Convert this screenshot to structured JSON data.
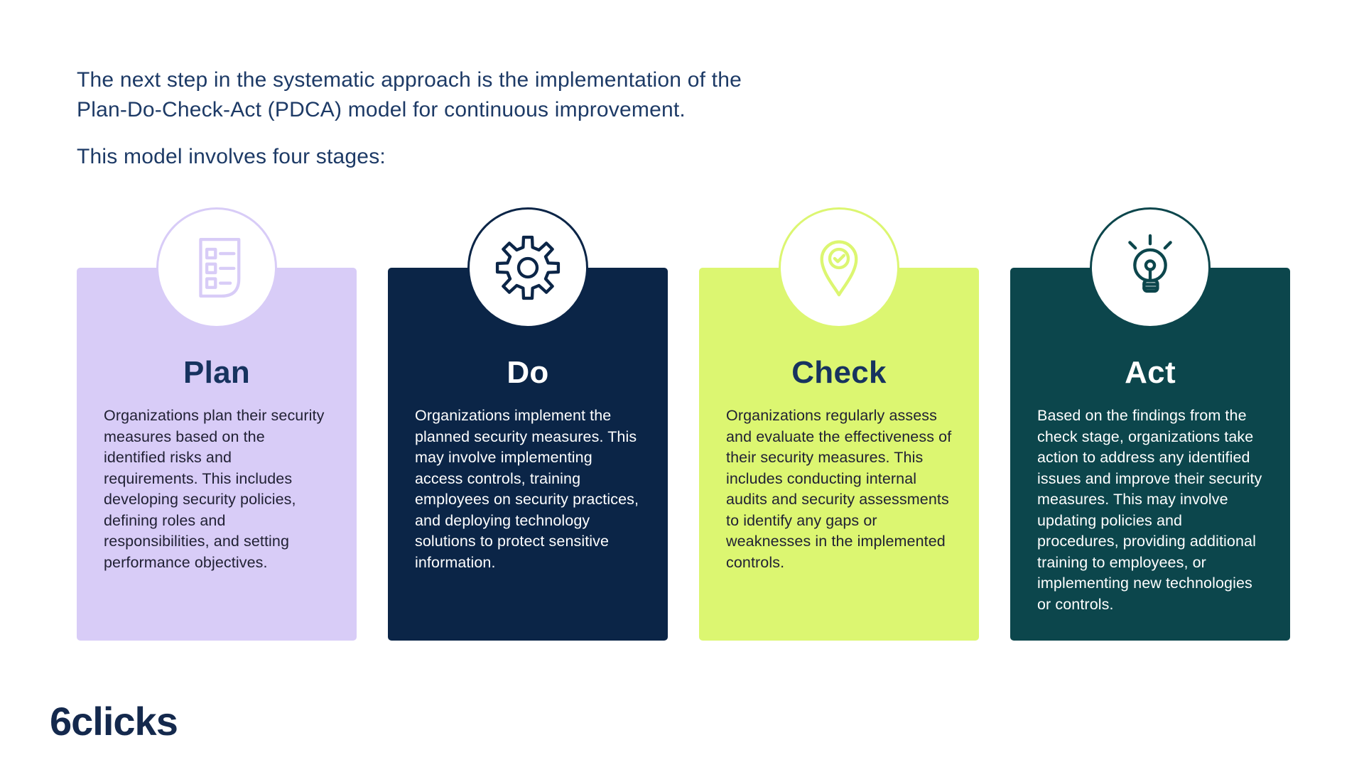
{
  "header": {
    "line1": "The next step in the systematic approach is the implementation of the",
    "line2": "Plan-Do-Check-Act (PDCA) model for continuous improvement.",
    "subtitle": "This model involves four stages:"
  },
  "stages": [
    {
      "title": "Plan",
      "description": "Organizations plan their security measures based on the identified risks and requirements. This includes developing security policies, defining roles and responsibilities, and setting performance objectives.",
      "icon": "checklist-icon",
      "bg": "#d8ccf7",
      "title_color": "#17335f",
      "text_color": "#212134"
    },
    {
      "title": "Do",
      "description": "Organizations implement the planned security measures. This may involve implementing access controls, training employees on security practices, and deploying technology solutions to protect sensitive information.",
      "icon": "gear-icon",
      "bg": "#0b2547",
      "title_color": "#ffffff",
      "text_color": "#ffffff"
    },
    {
      "title": "Check",
      "description": "Organizations regularly assess and evaluate the effectiveness of their security measures. This includes conducting internal audits and security assessments to identify any gaps or weaknesses in the implemented controls.",
      "icon": "location-pin-check-icon",
      "bg": "#dcf671",
      "title_color": "#17335f",
      "text_color": "#212134"
    },
    {
      "title": "Act",
      "description": "Based on the findings from the check stage, organizations take action to address any identified issues and improve their security measures. This may involve updating policies and procedures, providing additional training to employees, or implementing new technologies or controls.",
      "icon": "lightbulb-icon",
      "bg": "#0c464c",
      "title_color": "#ffffff",
      "text_color": "#ffffff"
    }
  ],
  "footer": {
    "logo_text": "6clicks"
  },
  "colors": {
    "background": "#ffffff",
    "heading_text": "#1d3a66",
    "plan_bg": "#d8ccf7",
    "do_bg": "#0b2547",
    "check_bg": "#dcf671",
    "act_bg": "#0c464c",
    "light_card_title": "#17335f",
    "light_card_text": "#212134",
    "dark_card_text": "#ffffff",
    "logo_color": "#14294d"
  }
}
